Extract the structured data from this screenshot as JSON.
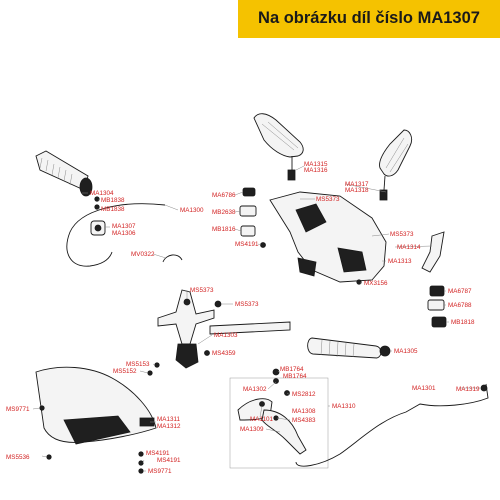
{
  "banner": {
    "text": "Na obrázku díl číslo MA1307",
    "color": "#f5c200"
  },
  "diagram": {
    "label_color": "#d22020",
    "labels": [
      {
        "id": "ma1304",
        "text": "MA1304"
      },
      {
        "id": "mb1838",
        "text": "MB1838"
      },
      {
        "id": "mb1838-b",
        "text": "MB1838"
      },
      {
        "id": "ma1300",
        "text": "MA1300"
      },
      {
        "id": "ma1307",
        "text": "MA1307"
      },
      {
        "id": "ma1306",
        "text": "MA1306"
      },
      {
        "id": "ma1315",
        "text": "MA1315"
      },
      {
        "id": "ma1316",
        "text": "MA1316"
      },
      {
        "id": "ma1317",
        "text": "MA1317"
      },
      {
        "id": "ma1318",
        "text": "MA1318"
      },
      {
        "id": "ma6786",
        "text": "MA6786"
      },
      {
        "id": "ms5373-top",
        "text": "MS5373"
      },
      {
        "id": "mb2638",
        "text": "MB2638"
      },
      {
        "id": "mb1816",
        "text": "MB1816"
      },
      {
        "id": "ms4191-mid",
        "text": "MS4191"
      },
      {
        "id": "ms5373-right",
        "text": "MS5373"
      },
      {
        "id": "ma1314",
        "text": "MA1314"
      },
      {
        "id": "ma1313",
        "text": "MA1313"
      },
      {
        "id": "mv0322",
        "text": "MV0322"
      },
      {
        "id": "mx3156",
        "text": "MX3156"
      },
      {
        "id": "ma6787",
        "text": "MA6787"
      },
      {
        "id": "ma6788",
        "text": "MA6788"
      },
      {
        "id": "mb1818",
        "text": "MB1818"
      },
      {
        "id": "ms5373-bar1",
        "text": "MS5373"
      },
      {
        "id": "ms5373-bar2",
        "text": "MS5373"
      },
      {
        "id": "ma1303",
        "text": "MA1303"
      },
      {
        "id": "ms4359",
        "text": "MS4359"
      },
      {
        "id": "ma1305",
        "text": "MA1305"
      },
      {
        "id": "ms5153",
        "text": "MS5153"
      },
      {
        "id": "ms5152",
        "text": "MS5152"
      },
      {
        "id": "mb1764-a",
        "text": "MB1764"
      },
      {
        "id": "mb1764-b",
        "text": "MB1764"
      },
      {
        "id": "ma1302",
        "text": "MA1302"
      },
      {
        "id": "ms2812",
        "text": "MS2812"
      },
      {
        "id": "ma1310",
        "text": "MA1310"
      },
      {
        "id": "ma1308",
        "text": "MA1308"
      },
      {
        "id": "ma1101",
        "text": "MA1101"
      },
      {
        "id": "ms4383",
        "text": "MS4383"
      },
      {
        "id": "ma1309",
        "text": "MA1309"
      },
      {
        "id": "ma1301",
        "text": "MA1301"
      },
      {
        "id": "ma1319",
        "text": "MA1319"
      },
      {
        "id": "ms9771-left",
        "text": "MS9771"
      },
      {
        "id": "ma1311",
        "text": "MA1311"
      },
      {
        "id": "ma1312",
        "text": "MA1312"
      },
      {
        "id": "ms4191-low",
        "text": "MS4191"
      },
      {
        "id": "ms4191-low2",
        "text": "MS4191"
      },
      {
        "id": "ms5536",
        "text": "MS5536"
      },
      {
        "id": "ms9771-low",
        "text": "MS9771"
      }
    ]
  }
}
